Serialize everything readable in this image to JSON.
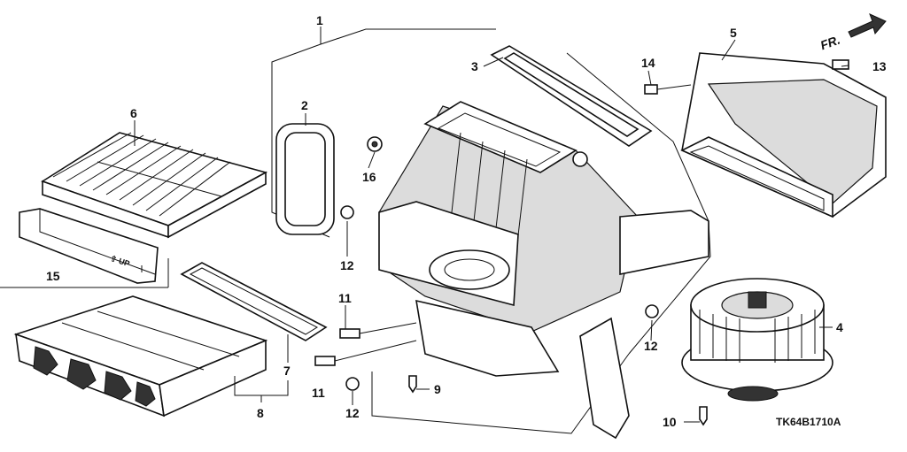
{
  "diagram": {
    "code": "TK64B1710A",
    "direction_label": "FR.",
    "callouts": [
      {
        "id": "c1",
        "label": "1"
      },
      {
        "id": "c2",
        "label": "2"
      },
      {
        "id": "c3",
        "label": "3"
      },
      {
        "id": "c4",
        "label": "4"
      },
      {
        "id": "c5",
        "label": "5"
      },
      {
        "id": "c6",
        "label": "6"
      },
      {
        "id": "c7",
        "label": "7"
      },
      {
        "id": "c8",
        "label": "8"
      },
      {
        "id": "c9",
        "label": "9"
      },
      {
        "id": "c10",
        "label": "10"
      },
      {
        "id": "c11a",
        "label": "11"
      },
      {
        "id": "c11b",
        "label": "11"
      },
      {
        "id": "c12a",
        "label": "12"
      },
      {
        "id": "c12b",
        "label": "12"
      },
      {
        "id": "c12c",
        "label": "12"
      },
      {
        "id": "c13",
        "label": "13"
      },
      {
        "id": "c14",
        "label": "14"
      },
      {
        "id": "c15",
        "label": "15"
      },
      {
        "id": "c16",
        "label": "16"
      }
    ],
    "filter_text": "UP"
  }
}
